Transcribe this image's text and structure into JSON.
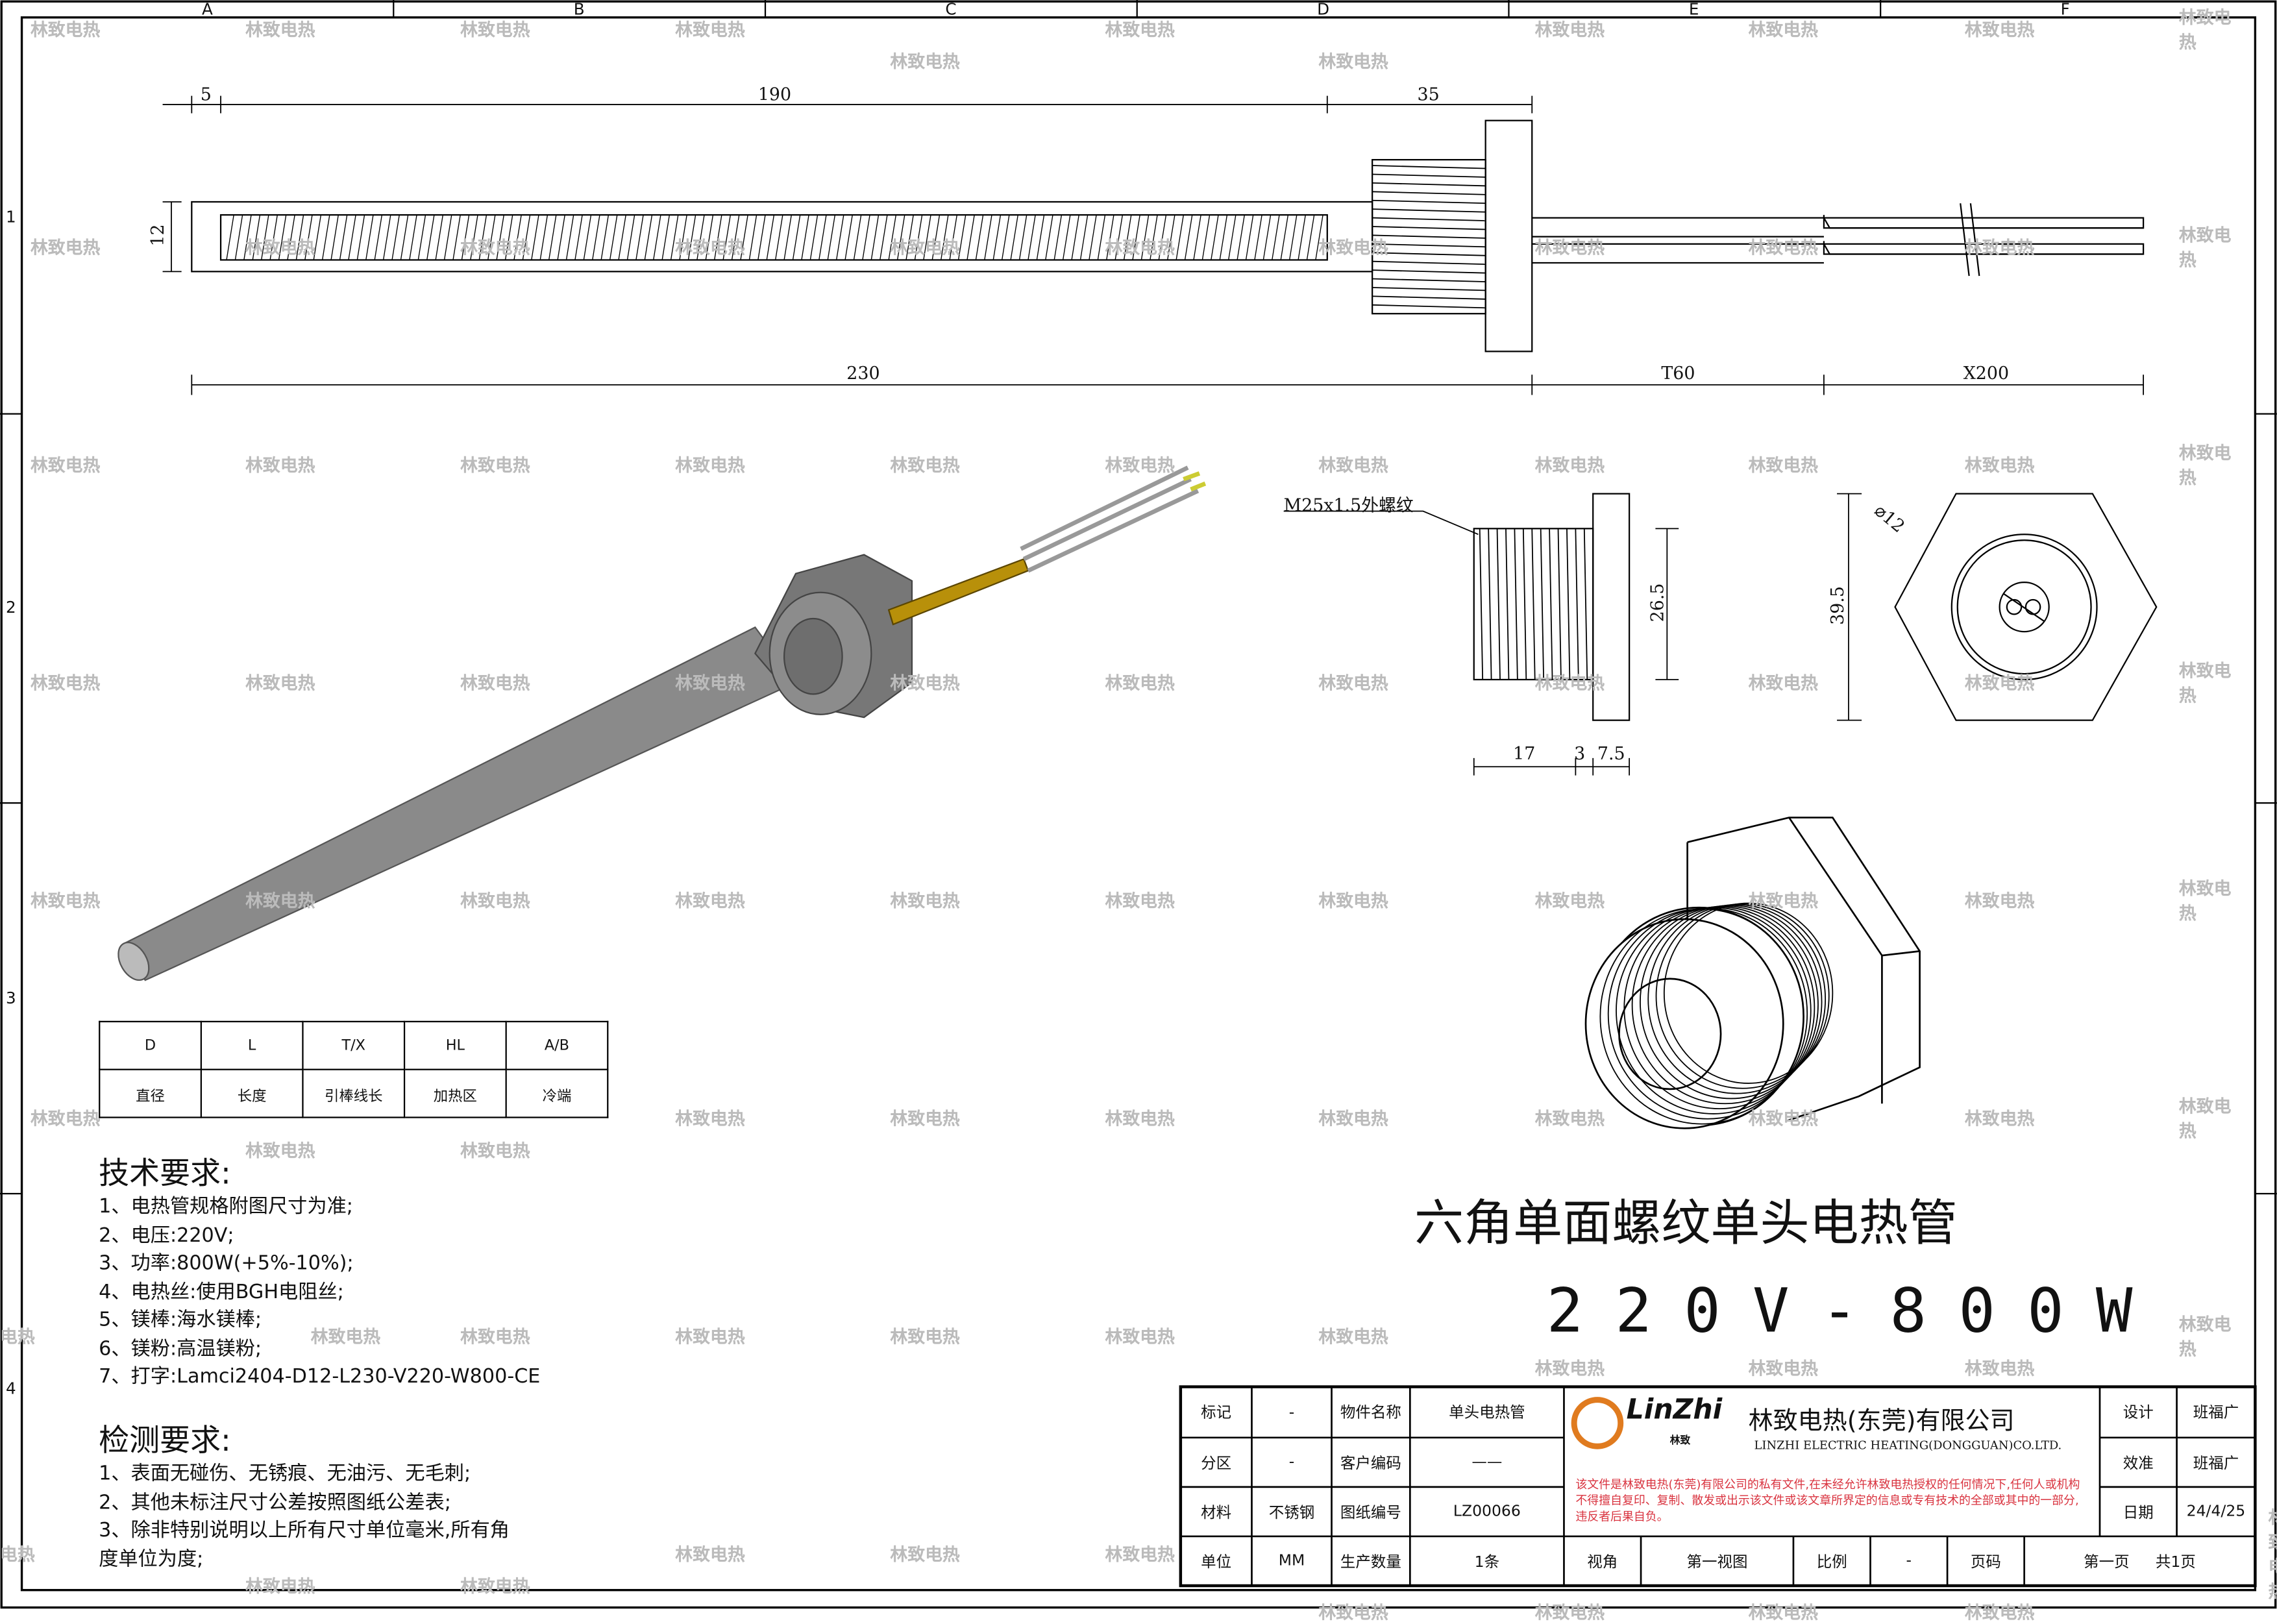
{
  "watermark": "林致电热",
  "frame": {
    "columns": [
      "A",
      "B",
      "C",
      "D",
      "E",
      "F"
    ],
    "rows": [
      "1",
      "2",
      "3",
      "4"
    ]
  },
  "dimensions": {
    "d5": "5",
    "d190": "190",
    "d35": "35",
    "d12": "12",
    "d230": "230",
    "t60": "T60",
    "x200": "X200",
    "thread": "M25x1.5外螺纹",
    "d26_5": "26.5",
    "d17": "17",
    "d3": "3",
    "d7_5": "7.5",
    "d39_5": "39.5",
    "dia12": "⌀12"
  },
  "spec_table": {
    "headers": [
      "D",
      "L",
      "T/X",
      "HL",
      "A/B"
    ],
    "labels": [
      "直径",
      "长度",
      "引棒线长",
      "加热区",
      "冷端"
    ]
  },
  "tech": {
    "title": "技术要求:",
    "items": [
      "1、电热管规格附图尺寸为准;",
      "2、电压:220V;",
      "3、功率:800W(+5%-10%);",
      "4、电热丝:使用BGH电阻丝;",
      "5、镁棒:海水镁棒;",
      "6、镁粉:高温镁粉;",
      "7、打字:Lamci2404-D12-L230-V220-W800-CE"
    ]
  },
  "inspect": {
    "title": "检测要求:",
    "items": [
      "1、表面无碰伤、无锈痕、无油污、无毛刺;",
      "2、其他未标注尺寸公差按照图纸公差表;",
      "3、除非特别说明以上所有尺寸单位毫米,所有角",
      "度单位为度;"
    ]
  },
  "product": {
    "title": "六角单面螺纹单头电热管",
    "spec": "220V-800W"
  },
  "title_block": {
    "mark_label": "标记",
    "mark_value": "-",
    "name_label": "物件名称",
    "name_value": "单头电热管",
    "zone_label": "分区",
    "zone_value": "-",
    "customer_label": "客户编码",
    "customer_value": "——",
    "material_label": "材料",
    "material_value": "不锈钢",
    "drawing_label": "图纸编号",
    "drawing_value": "LZ00066",
    "unit_label": "单位",
    "unit_value": "MM",
    "qty_label": "生产数量",
    "qty_value": "1条",
    "view_label": "视角",
    "view_value": "第一视图",
    "scale_label": "比例",
    "scale_value": "-",
    "page_label": "页码",
    "page_value": "第一页",
    "pages_total": "共1页",
    "design_label": "设计",
    "design_value": "班福广",
    "check_label": "效准",
    "check_value": "班福广",
    "date_label": "日期",
    "date_value": "24/4/25",
    "logo_text": "LinZhi",
    "logo_sub": "林致",
    "company_cn": "林致电热(东莞)有限公司",
    "company_en": "LINZHI ELECTRIC HEATING(DONGGUAN)CO.LTD.",
    "notice": "该文件是林致电热(东莞)有限公司的私有文件,在未经允许林致电热授权的任何情况下,任何人或机构不得擅自复印、复制、散发或出示该文件或该文章所界定的信息或专有技术的全部或其中的一部分,违反者后果自负。",
    "brand_color": "#e07b1f",
    "notice_color": "#d9333f"
  }
}
